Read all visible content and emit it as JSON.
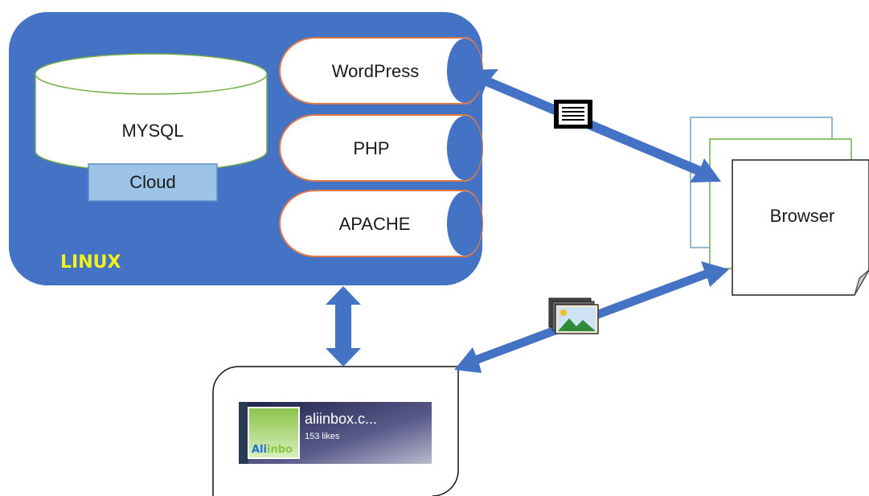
{
  "server": {
    "os_label": "LINUX",
    "database_label": "MYSQL",
    "cloud_label": "Cloud",
    "stack": [
      {
        "label": "WordPress"
      },
      {
        "label": "PHP"
      },
      {
        "label": "APACHE"
      }
    ]
  },
  "browser": {
    "label": "Browser"
  },
  "facebook_widget": {
    "page_name": "aliinbox.c...",
    "likes": "153 likes",
    "logo_text_a": "Ali",
    "logo_text_b": "inbo"
  },
  "colors": {
    "server_fill": "#4472c4",
    "arrow_fill": "#4472c4",
    "stack_outline": "#e07a4a",
    "linux_text": "#f3f31a",
    "cloud_fill": "#9dc3e6",
    "browser_back_outline": "#6fa0c8",
    "browser_mid_outline": "#70ad47"
  },
  "icons": {
    "document": "document-icon",
    "images": "images-icon"
  }
}
